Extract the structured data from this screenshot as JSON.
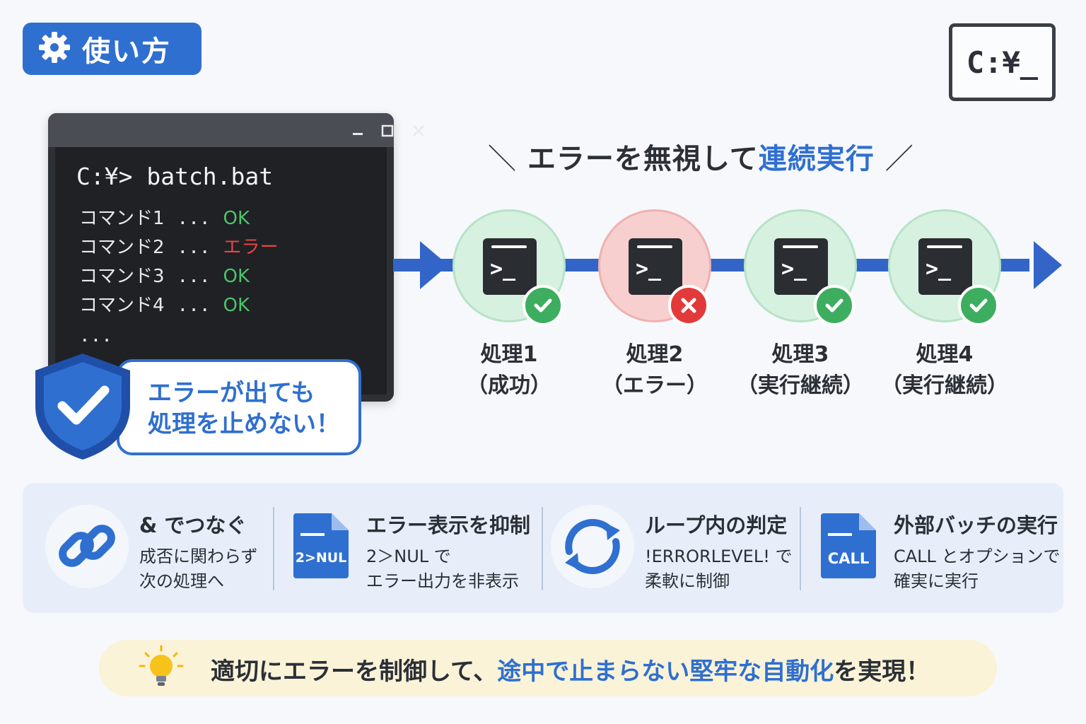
{
  "header": {
    "title": "使い方",
    "title_icon": "gear-icon",
    "cmd_icon_text": "C:¥_"
  },
  "terminal": {
    "prompt": "C:¥> batch.bat",
    "window_buttons": [
      "minimize",
      "maximize",
      "close"
    ],
    "lines": [
      {
        "label": "コマンド1",
        "dots": "...",
        "status": "OK",
        "status_color": "#4cc36a"
      },
      {
        "label": "コマンド2",
        "dots": "...",
        "status": "エラー",
        "status_color": "#e54545"
      },
      {
        "label": "コマンド3",
        "dots": "...",
        "status": "OK",
        "status_color": "#4cc36a"
      },
      {
        "label": "コマンド4",
        "dots": "...",
        "status": "OK",
        "status_color": "#4cc36a"
      }
    ],
    "ellipsis": "..."
  },
  "callout": {
    "line1": "エラーが出ても",
    "line2": "処理を止めない！",
    "icon": "shield-check-icon"
  },
  "headline": {
    "open": "＼",
    "text": "エラーを無視して",
    "highlight": "連続実行",
    "close": "／"
  },
  "flow": {
    "steps": [
      {
        "name": "処理1",
        "note": "（成功）",
        "result": "success"
      },
      {
        "name": "処理2",
        "note": "（エラー）",
        "result": "error"
      },
      {
        "name": "処理3",
        "note": "（実行継続）",
        "result": "success"
      },
      {
        "name": "処理4",
        "note": "（実行継続）",
        "result": "success"
      }
    ],
    "tile_text": ">_"
  },
  "features": [
    {
      "icon": "link-icon",
      "title": "& でつなぐ",
      "desc1": "成否に関わらず",
      "desc2": "次の処理へ"
    },
    {
      "icon": "file-icon",
      "icon_text": "2>NUL",
      "title": "エラー表示を抑制",
      "desc1": "2＞NUL で",
      "desc2": "エラー出力を非表示"
    },
    {
      "icon": "refresh-icon",
      "title": "ループ内の判定",
      "desc1": "!ERRORLEVEL! で",
      "desc2": "柔軟に制御"
    },
    {
      "icon": "file-icon",
      "icon_text": "CALL",
      "title": "外部バッチの実行",
      "desc1": "CALL とオプションで",
      "desc2": "確実に実行"
    }
  ],
  "banner": {
    "text1": "適切にエラーを制御して、",
    "highlight": "途中で止まらない堅牢な自動化",
    "text2": "を実現！",
    "icon": "lightbulb-icon"
  },
  "colors": {
    "accent": "#2f6fd0",
    "success": "#3dae5f",
    "error": "#e23a3a"
  }
}
